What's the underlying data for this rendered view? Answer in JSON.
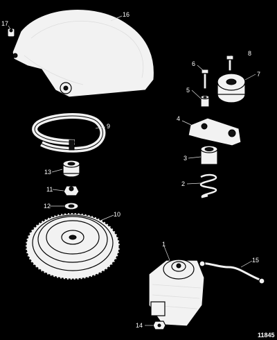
{
  "callouts": {
    "n1": "1",
    "n2": "2",
    "n3": "3",
    "n4": "4",
    "n5": "5",
    "n6": "6",
    "n7": "7",
    "n8": "8",
    "n9": "9",
    "n10": "10",
    "n11": "11",
    "n12": "12",
    "n13": "13",
    "n14": "14",
    "n15": "15",
    "n16": "16",
    "n17": "17"
  },
  "reference_number": "11845"
}
